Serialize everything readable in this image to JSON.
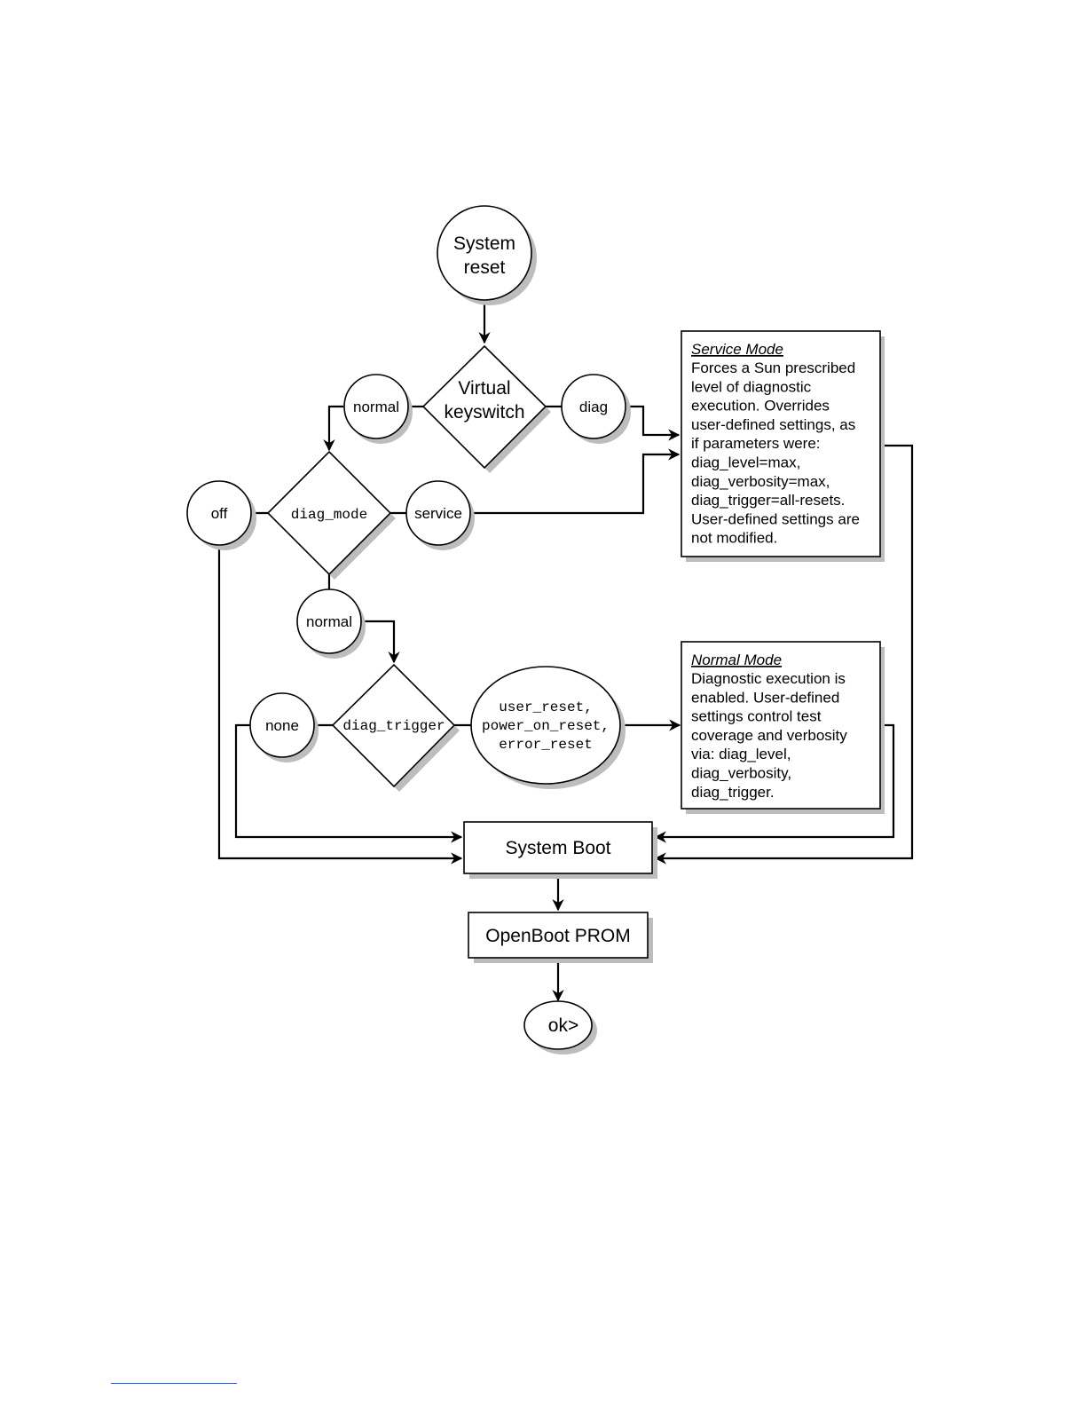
{
  "nodes": {
    "system_reset": [
      "System",
      "reset"
    ],
    "virtual_keyswitch": [
      "Virtual",
      "keyswitch"
    ],
    "keyswitch_normal": "normal",
    "keyswitch_diag": "diag",
    "diag_mode": "diag_mode",
    "diag_mode_off": "off",
    "diag_mode_service": "service",
    "diag_mode_normal": "normal",
    "diag_trigger": "diag_trigger",
    "diag_trigger_none": "none",
    "trigger_values": [
      "user_reset,",
      "power_on_reset,",
      "error_reset"
    ],
    "system_boot": "System Boot",
    "openboot_prom": "OpenBoot PROM",
    "ok_prompt": "ok>"
  },
  "service_mode": {
    "title": "Service Mode",
    "lines": [
      "Forces a Sun prescribed",
      "level of diagnostic",
      "execution.  Overrides",
      "user-defined settings, as",
      "if parameters were:",
      "diag_level=max,",
      "diag_verbosity=max,",
      "diag_trigger=all-resets.",
      "User-defined settings are",
      "not modified."
    ]
  },
  "normal_mode": {
    "title": "Normal Mode",
    "lines": [
      "Diagnostic execution is",
      "enabled.  User-defined",
      "settings control test",
      "coverage and verbosity",
      "via: diag_level,",
      "diag_verbosity,",
      "diag_trigger."
    ]
  }
}
